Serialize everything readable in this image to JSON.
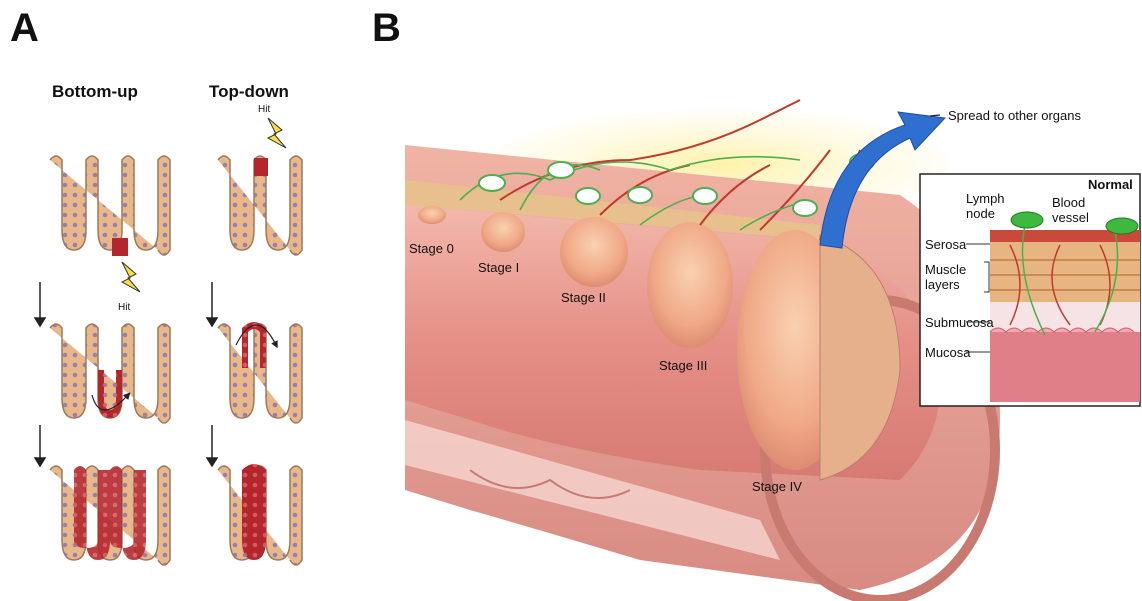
{
  "panel_a": {
    "letter": "A",
    "bottom_up_title": "Bottom-up",
    "top_down_title": "Top-down",
    "hit_label_1": "Hit",
    "hit_label_2": "Hit"
  },
  "panel_b": {
    "letter": "B",
    "spread_label": "Spread to other organs",
    "stages": [
      "Stage 0",
      "Stage I",
      "Stage II",
      "Stage III",
      "Stage IV"
    ],
    "inset": {
      "title": "Normal",
      "lymph_node": "Lymph node",
      "blood_vessel": "Blood vessel",
      "serosa": "Serosa",
      "muscle_layers": "Muscle layers",
      "submucosa": "Submucosa",
      "mucosa": "Mucosa"
    }
  },
  "colors": {
    "crypt_normal": "#e8b88a",
    "crypt_mutant": "#b3262e",
    "tissue": "#e9a49a",
    "tumor": "#f2b48e",
    "arrow": "#2f6fcf"
  },
  "icons": [
    "lightning-bolt-icon",
    "down-arrow-icon",
    "curved-arrow-icon"
  ]
}
